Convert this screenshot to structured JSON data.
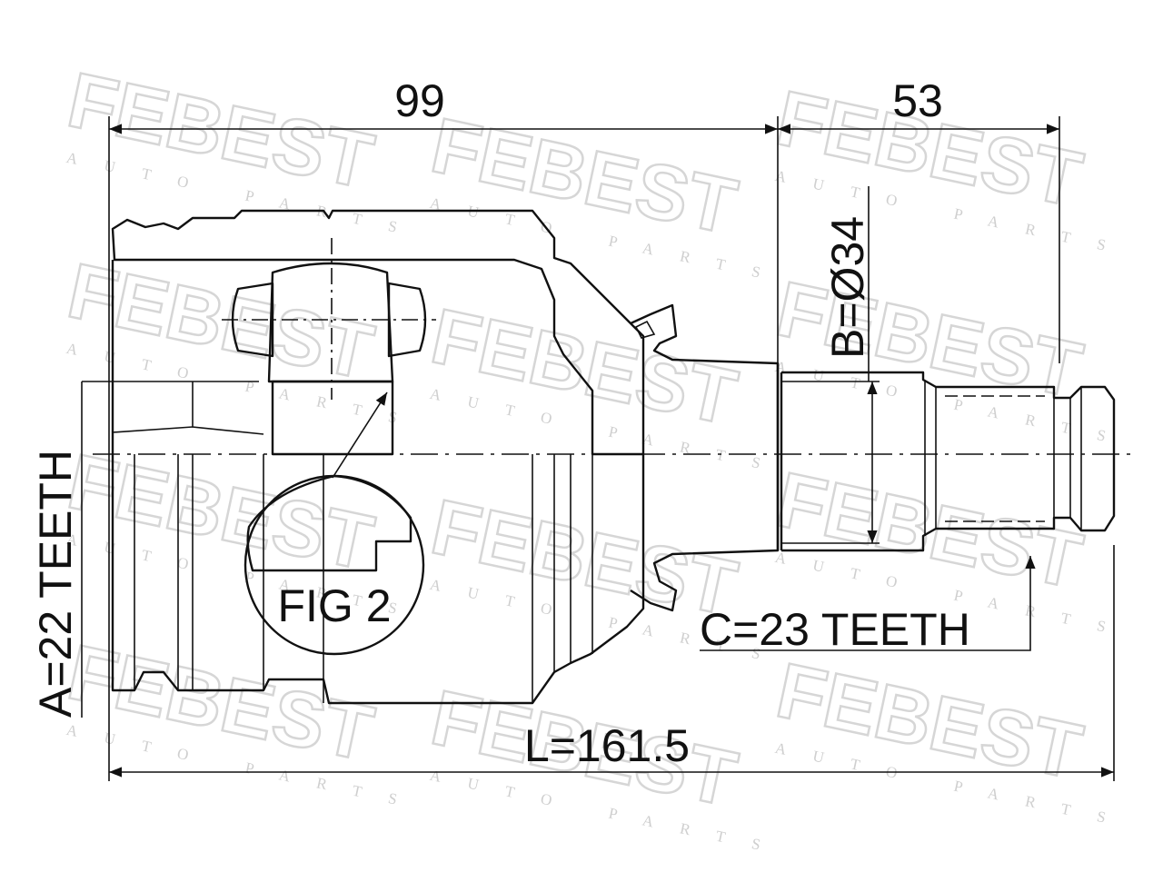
{
  "watermark": {
    "brand": "FEBEST",
    "tagline": "AUTO PARTS"
  },
  "dimensions": {
    "length_99": "99",
    "length_53": "53",
    "diameter_b": "B=Ø34",
    "teeth_a": "A=22 TEETH",
    "teeth_c": "C=23 TEETH",
    "total_length": "L=161.5",
    "detail_label": "FIG 2"
  }
}
